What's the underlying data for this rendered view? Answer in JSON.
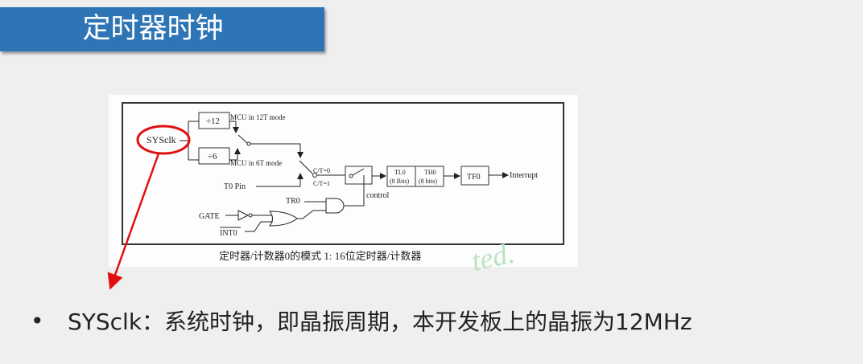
{
  "slide": {
    "title": "定时器时钟",
    "accent_color": "#2e75b6",
    "bullet": "SYSclk：系统时钟，即晶振周期，本开发板上的晶振为12MHz"
  },
  "diagram": {
    "sysclk": "SYSclk",
    "div12": "÷12",
    "div6": "÷6",
    "mode12": "MCU in 12T mode",
    "mode6": "MCU in 6T mode",
    "ct0": "C/T=0",
    "ct1": "C/T=1",
    "t0pin": "T0 Pin",
    "tr0": "TR0",
    "gate": "GATE",
    "int0": "INT0",
    "control": "control",
    "tl0": "TL0",
    "tl0_bits": "(8 Bits)",
    "th0": "TH0",
    "th0_bits": "(8 bits)",
    "tf0": "TF0",
    "interrupt": "Interrupt",
    "caption": "定时器/计数器0的模式 1: 16位定时器/计数器",
    "watermark": "ted.",
    "highlight_color": "#e01010"
  }
}
